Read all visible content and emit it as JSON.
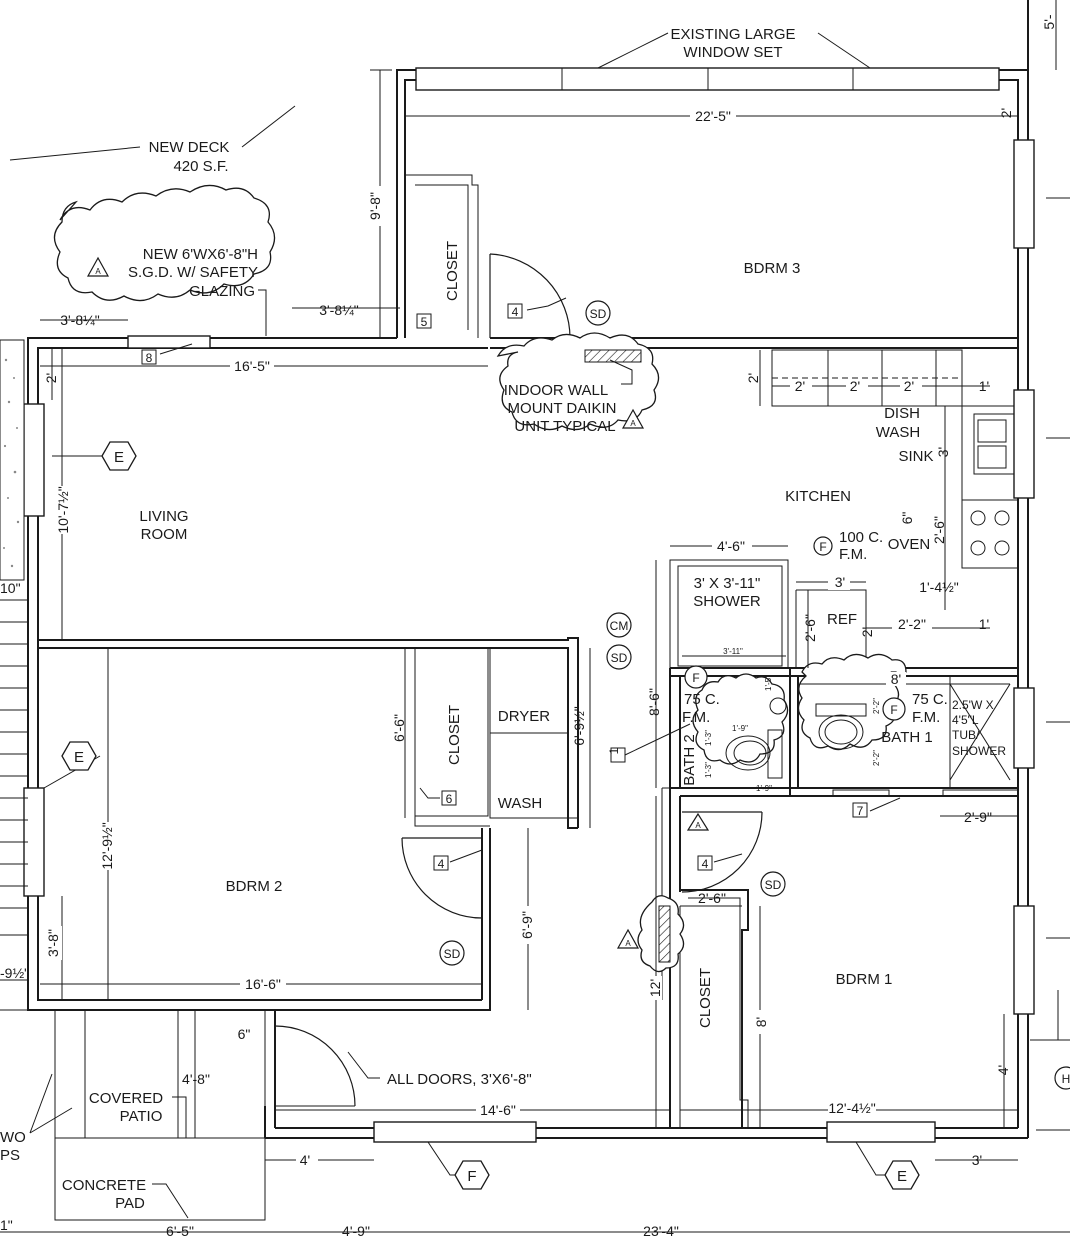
{
  "rooms": {
    "bdrm3": "BDRM 3",
    "living": [
      "LIVING",
      "ROOM"
    ],
    "kitchen": "KITCHEN",
    "bdrm2": "BDRM 2",
    "bdrm1": "BDRM 1",
    "bath1": "BATH 1",
    "bath2": "BATH 2",
    "closet": "CLOSET",
    "shower": [
      "3' X 3'-11\"",
      "SHOWER"
    ],
    "dryer": "DRYER",
    "wash": "WASH",
    "ref": "REF",
    "oven": "OVEN",
    "sink": "SINK",
    "dishwash": [
      "DISH",
      "WASH"
    ],
    "tub": [
      "2.5'W X",
      "4'5\"L",
      "TUB/",
      "SHOWER"
    ]
  },
  "notes": {
    "window_set": [
      "EXISTING LARGE",
      "WINDOW SET"
    ],
    "new_deck": [
      "NEW DECK",
      "420 S.F."
    ],
    "sgd": [
      "NEW 6'WX6'-8\"H",
      "S.G.D. W/ SAFETY",
      "GLAZING"
    ],
    "daikin": [
      "INDOOR WALL",
      "MOUNT DAIKIN",
      "UNIT TYPICAL"
    ],
    "all_doors": "ALL DOORS, 3'X6'-8\"",
    "covered_patio": [
      "COVERED",
      "PATIO"
    ],
    "concrete_pad": [
      "CONCRETE",
      "PAD"
    ],
    "fm_100": [
      "100 C.",
      "F.M."
    ],
    "fm_75_bath2": [
      "75 C.",
      "F.M."
    ],
    "fm_75_bath1": [
      "75 C.",
      "F.M."
    ],
    "edge_two": "WO",
    "edge_steps": "PS"
  },
  "symbols": {
    "sd": "SD",
    "cm": "CM",
    "f": "F",
    "e": "E",
    "h": "H",
    "a": "A"
  },
  "tags": {
    "t1": "1",
    "t4": "4",
    "t5": "5",
    "t6": "6",
    "t7": "7",
    "t8": "8"
  },
  "dims": {
    "d_22_5": "22'-5\"",
    "d_2_top": "2'",
    "d_9_8": "9'-8\"",
    "d_3_8_14a": "3'-8¼\"",
    "d_3_8_14b": "3'-8¼\"",
    "d_16_5": "16'-5\"",
    "d_2_left": "2'",
    "d_10_7": "10'-7½\"",
    "d_2_cab": "2'",
    "d_2_a": "2'",
    "d_2_b": "2'",
    "d_2_c": "2'",
    "d_1_a": "1'",
    "d_3_sink": "3'",
    "d_6in": "6\"",
    "d_2_6_oven": "2'-6\"",
    "d_1_4": "1'-4½\"",
    "d_4_6": "4'-6\"",
    "d_3_ref": "3'",
    "d_2_6_ref": "2'-6\"",
    "d_2_ref": "2'",
    "d_2_2": "2'-2\"",
    "d_1_b": "1'",
    "d_8_bath": "8'",
    "d_8_6": "8'-6\"",
    "d_6_9_12": "6'-9½\"",
    "d_6_6": "6'-6\"",
    "d_12_9": "12'-9½\"",
    "d_2_9": "2'-9\"",
    "d_6_9": "6'-9\"",
    "d_2_6_clo": "2'-6\"",
    "d_12": "12'",
    "d_8_clo": "8'",
    "d_3_8": "3'-8\"",
    "d_9_12": "-9½\"",
    "d_16_6": "16'-6\"",
    "d_6in_b": "6\"",
    "d_4_8": "4'-8\"",
    "d_14_6": "14'-6\"",
    "d_12_4": "12'-4½\"",
    "d_4_br": "4'",
    "d_4_bot": "4'",
    "d_3_bot": "3'",
    "d_6_5": "6'-5\"",
    "d_4_9": "4'-9\"",
    "d_23_4": "23'-4\"",
    "d_10_edge": "10\"",
    "d_5_edge": "5'-",
    "d_1_edge": "1\"",
    "d_3_11": "3'-11\"",
    "d_1_9a": "1'-9\"",
    "d_1_9b": "1'-9\"",
    "d_1_5": "1'-5\"",
    "d_1_3a": "1'-3\"",
    "d_1_3b": "1'-3\"",
    "d_2_2a": "2'-2\"",
    "d_2_2b": "2'-2\""
  }
}
